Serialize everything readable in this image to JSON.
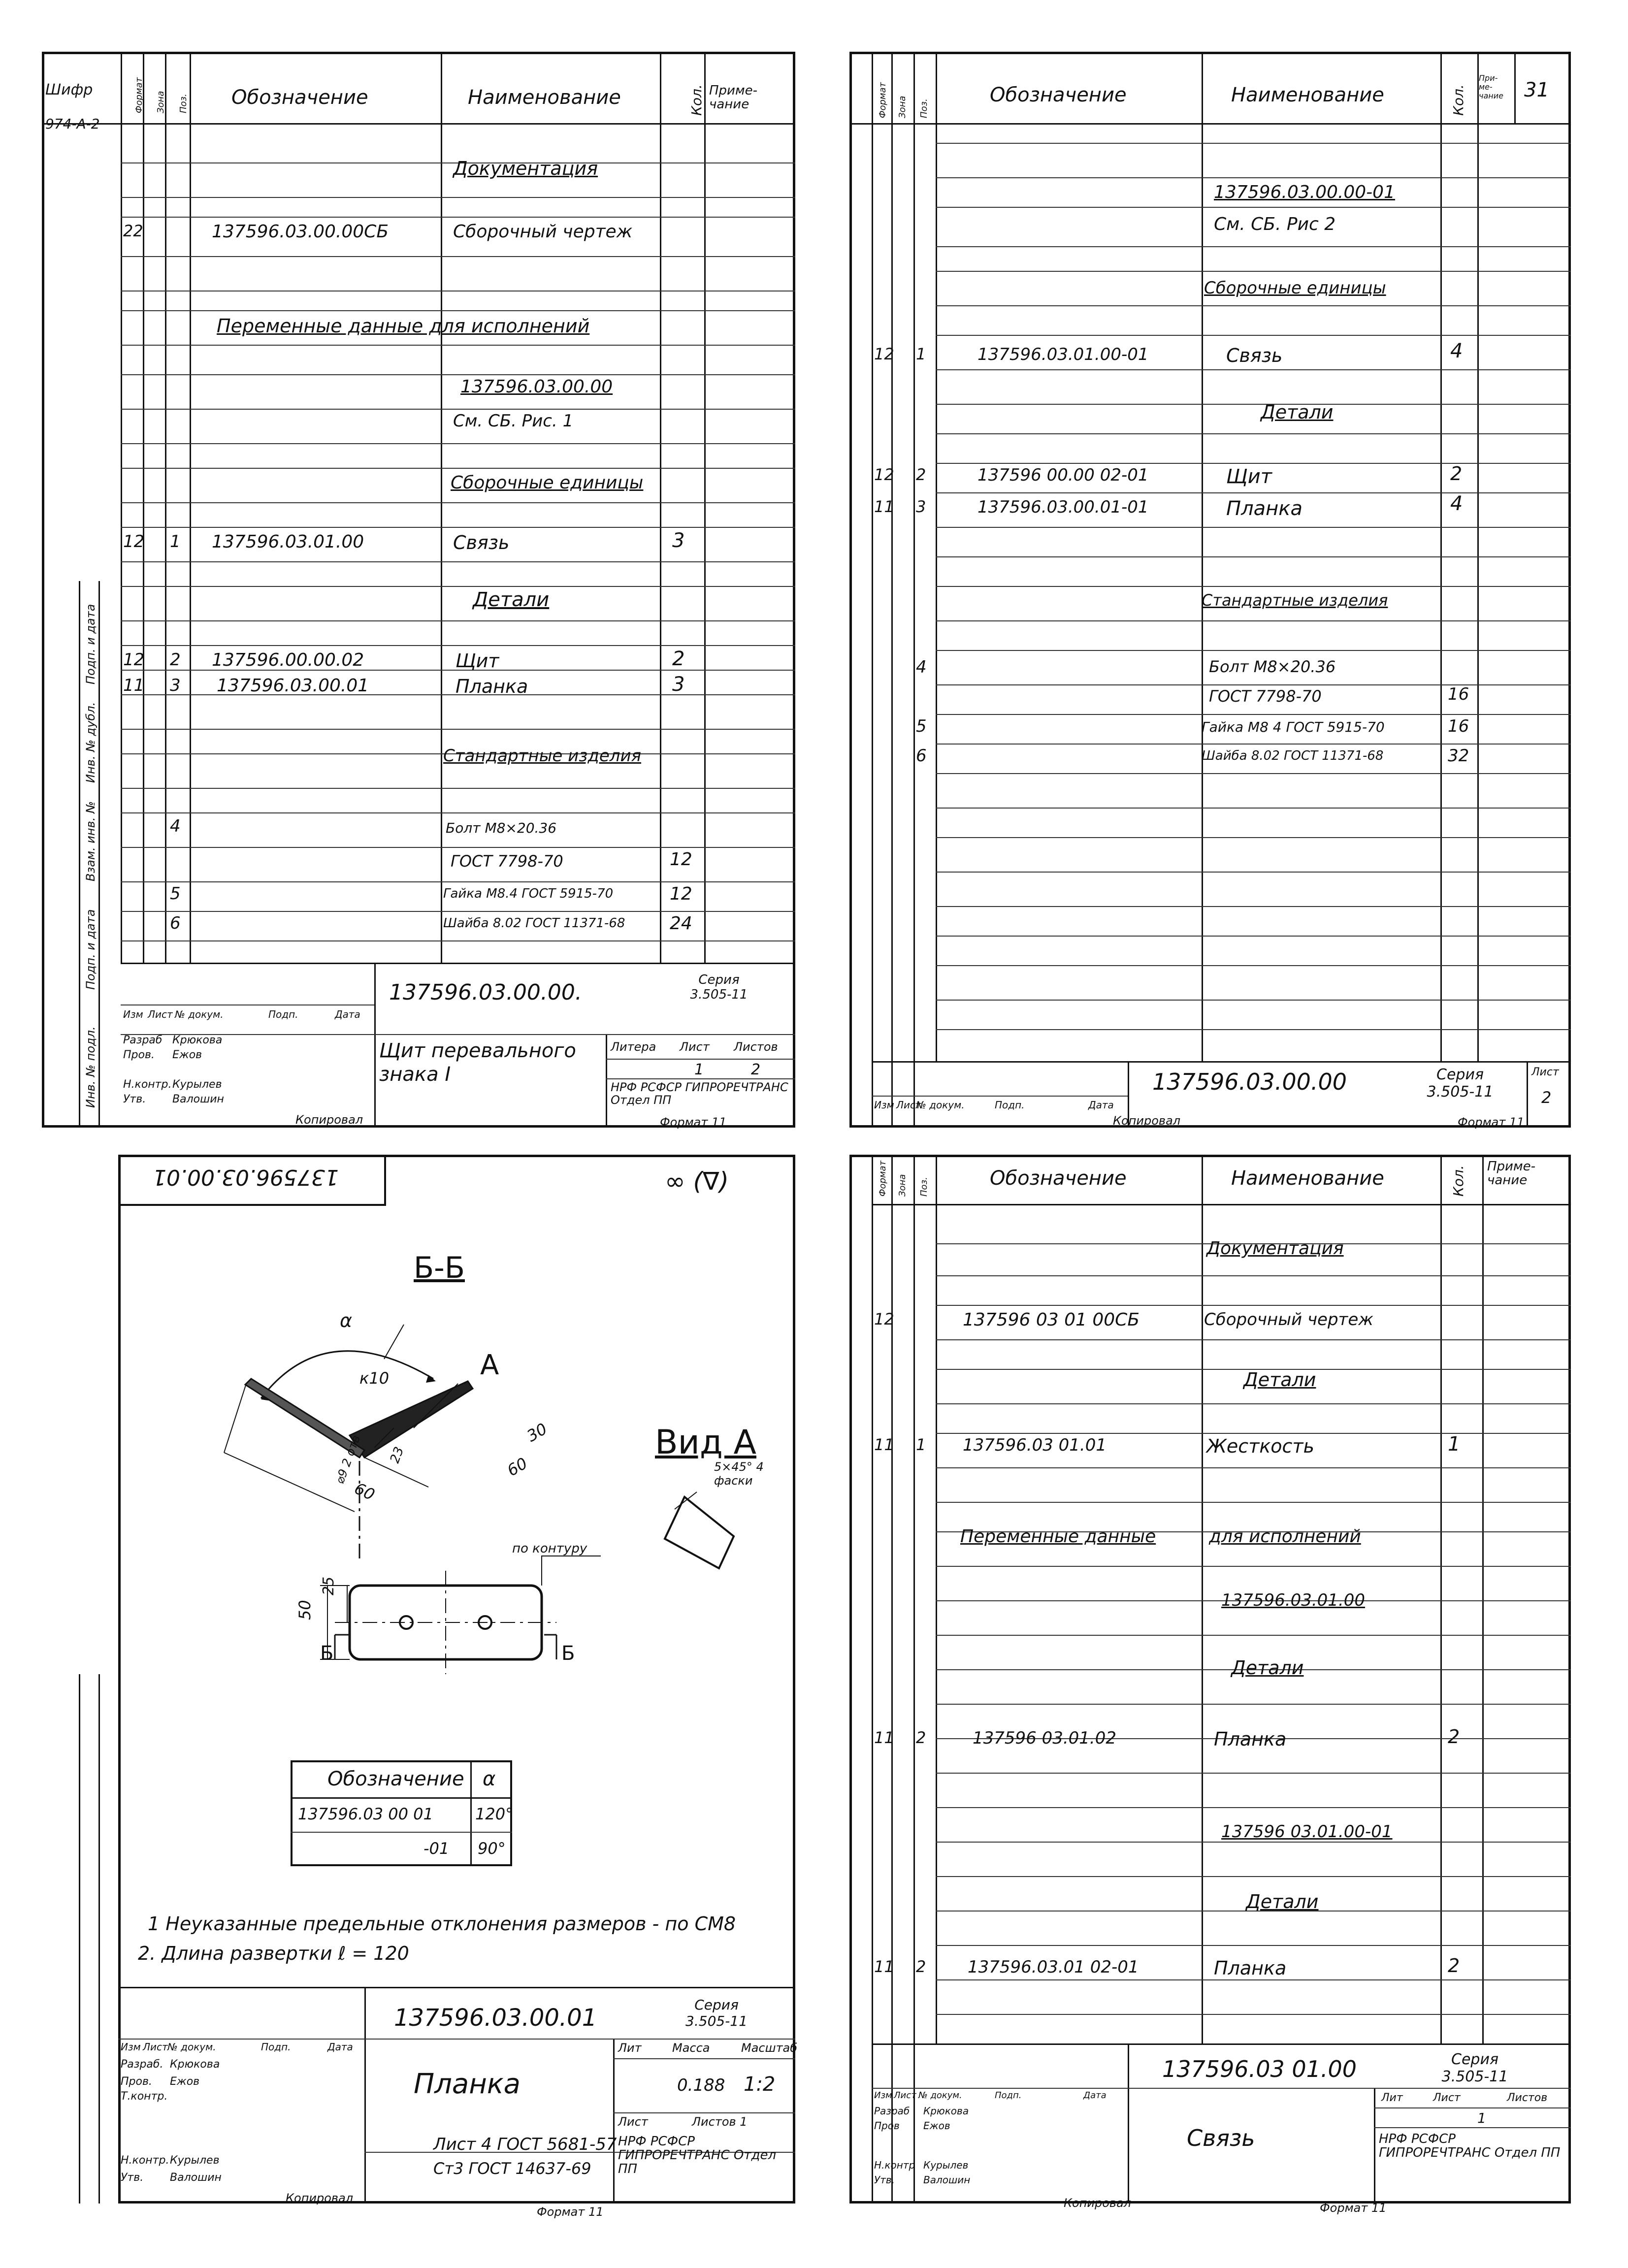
{
  "sheet1": {
    "shifr_label": "Шифр",
    "shifr_value": "974-А-2",
    "headers": [
      "Формат",
      "Зона",
      "Поз.",
      "Обозначение",
      "Наименование",
      "Кол.",
      "Приме-чание"
    ],
    "rows": [
      {
        "name": "Документация"
      },
      {
        "format": "22",
        "oboz": "137596.03.00.00СБ",
        "name": "Сборочный чертеж"
      },
      {
        "name": "Переменные данные для исполнений"
      },
      {
        "name": "137596.03.00.00"
      },
      {
        "name": "См. СБ. Рис. 1"
      },
      {
        "name": "Сборочные единицы"
      },
      {
        "format": "12",
        "poz": "1",
        "oboz": "137596.03.01.00",
        "name": "Связь",
        "qty": "3"
      },
      {
        "name": "Детали"
      },
      {
        "format": "12",
        "poz": "2",
        "oboz": "137596.00.00.02",
        "name": "Щит",
        "qty": "2"
      },
      {
        "format": "11",
        "poz": "3",
        "oboz": "137596.03.00.01",
        "name": "Планка",
        "qty": "3"
      },
      {
        "name": "Стандартные изделия"
      },
      {
        "poz": "4",
        "name": "Болт М8×20.36"
      },
      {
        "name": "ГОСТ 7798-70",
        "qty": "12"
      },
      {
        "poz": "5",
        "name": "Гайка М8.4 ГОСТ 5915-70",
        "qty": "12"
      },
      {
        "poz": "6",
        "name": "Шайба 8.02 ГОСТ 11371-68",
        "qty": "24"
      }
    ],
    "title_block": {
      "doc_number": "137596.03.00.00.",
      "series": "Серия 3.505-11",
      "title": "Щит перевального знака I",
      "litera": "Литера",
      "list": "Лист",
      "listov": "Листов",
      "list_num": "1",
      "listov_num": "2",
      "org": "НРФ РСФСР ГИПРОРЕЧТРАНС Отдел ПП",
      "roles": [
        "Изм",
        "Лист",
        "№ докум.",
        "Подп.",
        "Дата",
        "Разраб",
        "Пров.",
        "Н.контр.",
        "Утв."
      ],
      "names": [
        "Крюкова",
        "Ежов",
        "Курылев",
        "Валошин"
      ],
      "kopiroval": "Копировал",
      "format": "Формат 11"
    },
    "side_labels": [
      "Подп. и дата",
      "Инв. № дубл.",
      "Взам. инв. №",
      "Подп. и дата",
      "Инв. № подл."
    ]
  },
  "sheet2": {
    "sheet_number_top": "31",
    "headers": [
      "Формат",
      "Зона",
      "Поз.",
      "Обозначение",
      "Наименование",
      "Кол.",
      "При-ме-чание"
    ],
    "rows": [
      {
        "name": "137596.03.00.00-01"
      },
      {
        "name": "См. СБ. Рис 2"
      },
      {
        "name": "Сборочные единицы"
      },
      {
        "format": "12",
        "poz": "1",
        "oboz": "137596.03.01.00-01",
        "name": "Связь",
        "qty": "4"
      },
      {
        "name": "Детали"
      },
      {
        "format": "12",
        "poz": "2",
        "oboz": "137596 00.00 02-01",
        "name": "Щит",
        "qty": "2"
      },
      {
        "format": "11",
        "poz": "3",
        "oboz": "137596.03.00.01-01",
        "name": "Планка",
        "qty": "4"
      },
      {
        "name": "Стандартные изделия"
      },
      {
        "poz": "4",
        "name": "Болт М8×20.36"
      },
      {
        "name": "ГОСТ 7798-70",
        "qty": "16"
      },
      {
        "poz": "5",
        "name": "Гайка М8 4 ГОСТ 5915-70",
        "qty": "16"
      },
      {
        "poz": "6",
        "name": "Шайба 8.02 ГОСТ 11371-68",
        "qty": "32"
      }
    ],
    "title_block": {
      "doc_number": "137596.03.00.00",
      "series": "Серия 3.505-11",
      "list": "Лист",
      "list_num": "2",
      "roles": [
        "Изм",
        "Лист",
        "№ докум.",
        "Подп.",
        "Дата"
      ],
      "kopiroval": "Копировал",
      "format": "Формат 11"
    }
  },
  "sheet3": {
    "stamp_rotated": "137596.03.00.01",
    "roughness": "∞ (∇)",
    "section_label": "Б-Б",
    "view_label": "Вид А",
    "dims": {
      "alpha": "α",
      "k10": "к10",
      "a": "А",
      "d30": "30",
      "d60a": "60",
      "d60b": "60",
      "hole": "⌀9 2 отв",
      "d23": "23",
      "chamfer": "5×45° 4 фаски",
      "contour": "по контуру",
      "h50": "50",
      "h25": "25",
      "b1": "Б",
      "b2": "Б"
    },
    "variant_table": {
      "headers": [
        "Обозначение",
        "α"
      ],
      "rows": [
        [
          "137596.03 00 01",
          "120°"
        ],
        [
          "-01",
          "90°"
        ]
      ]
    },
    "notes": [
      "1 Неуказанные предельные отклонения размеров - по СМ8",
      "2. Длина развертки ℓ = 120"
    ],
    "title_block": {
      "doc_number": "137596.03.00.01",
      "series": "Серия 3.505-11",
      "title": "Планка",
      "litera": "Лит",
      "massa": "Масса",
      "masshtab": "Масштаб",
      "massa_val": "0.188",
      "masshtab_val": "1:2",
      "list": "Лист",
      "listov": "Листов 1",
      "material_1": "Лист 4 ГОСТ 5681-57",
      "material_2": "Ст3 ГОСТ 14637-69",
      "org": "НРФ РСФСР ГИПРОРЕЧТРАНС Отдел ПП",
      "roles": [
        "Изм",
        "Лист",
        "№ докум.",
        "Подп.",
        "Дата",
        "Разраб.",
        "Пров.",
        "Т.контр.",
        "Н.контр.",
        "Утв."
      ],
      "names": [
        "Крюкова",
        "Ежов",
        "Курылев",
        "Валошин"
      ],
      "kopiroval": "Копировал",
      "format": "Формат 11"
    }
  },
  "sheet4": {
    "headers": [
      "Формат",
      "Зона",
      "Поз.",
      "Обозначение",
      "Наименование",
      "Кол.",
      "Приме-чание"
    ],
    "rows": [
      {
        "name": "Документация"
      },
      {
        "format": "12",
        "oboz": "137596 03 01 00СБ",
        "name": "Сборочный чертеж"
      },
      {
        "name": "Детали"
      },
      {
        "format": "11",
        "poz": "1",
        "oboz": "137596.03 01.01",
        "name": "Жесткость",
        "qty": "1"
      },
      {
        "oboz": "Переменные данные",
        "name": "для исполнений"
      },
      {
        "name": "137596.03.01.00"
      },
      {
        "name": "Детали"
      },
      {
        "format": "11",
        "poz": "2",
        "oboz": "137596 03.01.02",
        "name": "Планка",
        "qty": "2"
      },
      {
        "name": "137596 03.01.00-01"
      },
      {
        "name": "Детали"
      },
      {
        "format": "11",
        "poz": "2",
        "oboz": "137596.03.01 02-01",
        "name": "Планка",
        "qty": "2"
      }
    ],
    "title_block": {
      "doc_number": "137596.03 01.00",
      "series": "Серия 3.505-11",
      "title": "Связь",
      "lit": "Лит",
      "list": "Лист",
      "listov": "Листов",
      "list_num": "1",
      "org": "НРФ РСФСР ГИПРОРЕЧТРАНС Отдел ПП",
      "roles": [
        "Изм",
        "Лист",
        "№ докум.",
        "Подп.",
        "Дата",
        "Разраб",
        "Пров",
        "Н.контр",
        "Утв."
      ],
      "names": [
        "Крюкова",
        "Ежов",
        "Курылев",
        "Валошин"
      ],
      "kopiroval": "Копировал",
      "format": "Формат 11"
    }
  }
}
